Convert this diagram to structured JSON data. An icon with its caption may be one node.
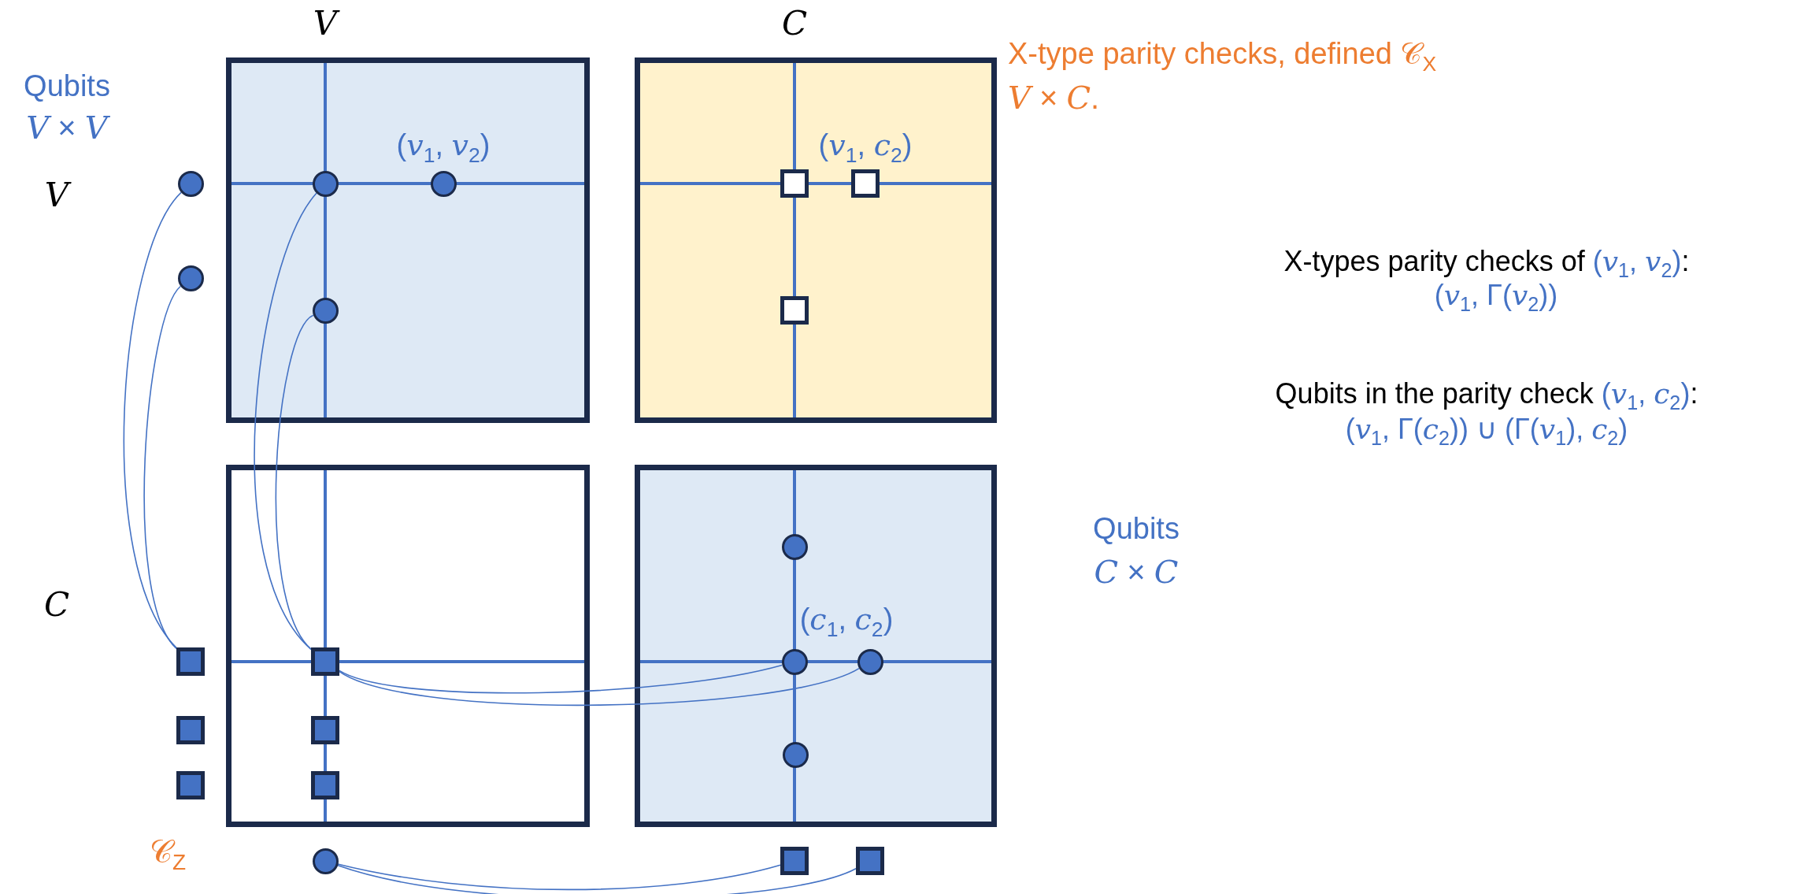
{
  "diagram": {
    "nodes": [
      {
        "text": [],
        "shape": "circle"
      },
      {
        "text": [],
        "shape": "box"
      },
      {
        "text": [],
        "shape": "circle",
        "in": 1
      },
      {
        "text": [],
        "shape": "circle",
        "in": 1,
        "beside": [
          "(*v*$_{1}$, *v*$_{2}$)"
        ]
      },
      {
        "text": [],
        "shape": "circle",
        "in": 1
      },
      {
        "text": [],
        "shape": "box"
      },
      {
        "text": [],
        "shape": "box",
        "in": 5
      },
      {
        "text": [],
        "shape": "box",
        "in": 5,
        "beside": [
          "(*v*$_{1}$, *c*$_{2}$)"
        ]
      },
      {
        "text": [],
        "shape": "box",
        "in": 5
      },
      {
        "text": [],
        "shape": "circle"
      },
      {
        "text": [],
        "shape": "box"
      },
      {
        "text": [],
        "shape": "box"
      },
      {
        "text": [],
        "shape": "circle",
        "in": 11
      },
      {
        "text": [],
        "shape": "box"
      },
      {
        "text": [],
        "shape": "box",
        "in": 10
      },
      {
        "text": [],
        "shape": "circle",
        "in": 11
      },
      {
        "text": [],
        "shape": "circle",
        "in": 11,
        "beside": [
          "(*c*$_{1}$, *c*$_{2}$)"
        ]
      },
      {
        "text": [],
        "shape": "box"
      },
      {
        "text": [],
        "shape": "box",
        "in": 10
      },
      {
        "text": [],
        "shape": "box"
      },
      {
        "text": [],
        "shape": "box",
        "in": 10
      },
      {
        "text": [],
        "shape": "circle",
        "in": 11
      },
      {
        "text": [],
        "shape": "circle"
      },
      {
        "text": [],
        "shape": "box"
      },
      {
        "text": [],
        "shape": "box"
      }
    ],
    "edges": [
      {
        "from": 0,
        "to": 13,
        "arrow": "none"
      },
      {
        "from": 9,
        "to": 13,
        "arrow": "none"
      },
      {
        "from": 2,
        "to": 14,
        "arrow": "none"
      },
      {
        "from": 4,
        "to": 14,
        "arrow": "none"
      },
      {
        "from": 14,
        "to": 15,
        "arrow": "none"
      },
      {
        "from": 14,
        "to": 16,
        "arrow": "none"
      },
      {
        "from": 22,
        "to": 23,
        "arrow": "none"
      },
      {
        "from": 22,
        "to": 24,
        "arrow": "none"
      }
    ],
    "labels": [
      "V",
      "C",
      "Qubits",
      "*V* × *V*",
      "V",
      "C",
      "X-type parity checks, defined 𝒞$_{X}$",
      "*V* × *C*.",
      "Qubits",
      "*C* × *C*",
      "𝒞$_{Z}$",
      "X-types parity checks of (*v*$_{1}$, *v*$_{2}$):",
      "(*v*$_{1}$, Γ(*v*$_{2}$))",
      "Qubits in the parity check (*v*$_{1}$, *c*$_{2}$):",
      "(*v*$_{1}$, Γ(*c*$_{2}$)) ∪ (Γ(*v*$_{1}$), *c*$_{2}$)"
    ]
  }
}
